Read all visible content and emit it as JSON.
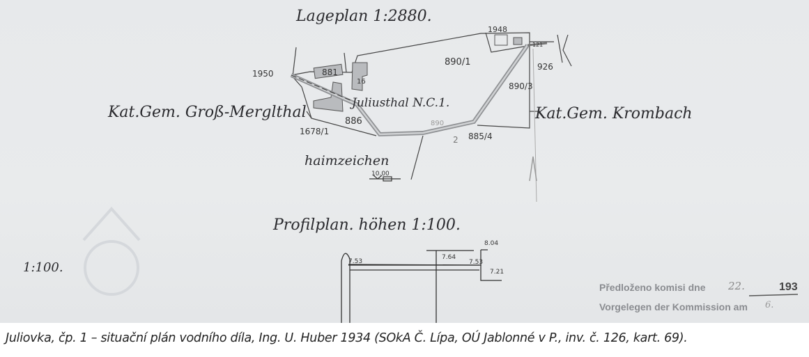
{
  "plan": {
    "site_plan_title": "Lageplan 1:2880.",
    "profile_title": "Profilplan. höhen 1:100.",
    "profile_scale": "1:100.",
    "left_district": "Kat.Gem. Groß-Merglthal",
    "right_district": "Kat.Gem. Krombach",
    "place_label": "Juliusthal N.C.1.",
    "benchmark_label": "haimzeichen",
    "benchmark_value": "10.00",
    "parcels": [
      "1948",
      "890/1",
      "926",
      "890/3",
      "1950",
      "881",
      "16",
      "886",
      "1678/1",
      "890",
      "2",
      "885/4",
      "121"
    ],
    "profile_levels": [
      "7.53",
      "7.64",
      "7.53",
      "8.04",
      "7.21"
    ]
  },
  "stamp": {
    "line1": "Předloženo komisi dne",
    "line2": "Vorgelegen der Kommission am",
    "day": "22.",
    "month": "6.",
    "year": "193"
  },
  "caption": "Juliovka, čp. 1 – situační plán vodního díla, Ing. U. Huber 1934 (SOkA Č. Lípa, OÚ Jablonné v P., inv. č. 126, kart. 69)."
}
